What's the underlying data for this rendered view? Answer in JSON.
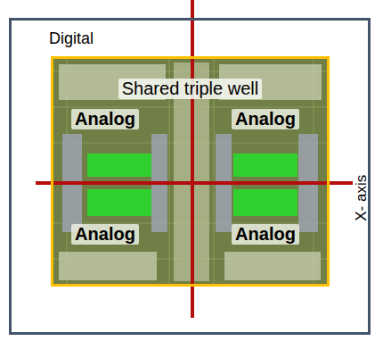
{
  "diagram": {
    "nodes": [
      {
        "text": [
          "Digital"
        ]
      },
      {
        "text": [
          "Shared triple well"
        ],
        "in": 0
      }
    ],
    "labels": [
      "Analog",
      "Analog",
      "Analog",
      "Analog",
      "X- axis"
    ]
  }
}
